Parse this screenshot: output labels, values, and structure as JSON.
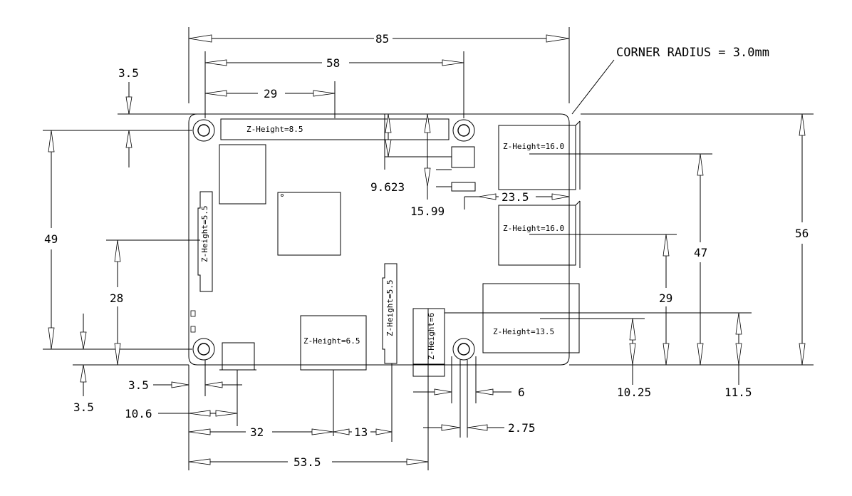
{
  "note": "CORNER RADIUS = 3.0mm",
  "dimensions": {
    "overall_width": "85",
    "hole_spacing_x": "58",
    "gpio_center": "29",
    "top_offset": "3.5",
    "hole_spacing_y": "49",
    "left_hole_y": "28",
    "bottom_offset": "3.5",
    "left_offset": "3.5",
    "power_connector": "10.6",
    "hdmi_pos": "32",
    "camera_width": "13",
    "audio_pos": "53.5",
    "audio_width": "6",
    "audio_offset": "2.75",
    "ethernet_center": "10.25",
    "ethernet_height": "11.5",
    "usb_lower": "29",
    "usb_upper": "47",
    "board_height": "56",
    "usb_protrusion": "23.5",
    "led_a": "9.623",
    "led_b": "15.99"
  },
  "z_heights": {
    "gpio": "Z-Height=8.5",
    "usb_top": "Z-Height=16.0",
    "usb_mid": "Z-Height=16.0",
    "ethernet": "Z-Height=13.5",
    "hdmi": "Z-Height=6.5",
    "display": "Z-Height=5.5",
    "camera": "Z-Height=5.5",
    "audio": "Z-Height=6"
  }
}
